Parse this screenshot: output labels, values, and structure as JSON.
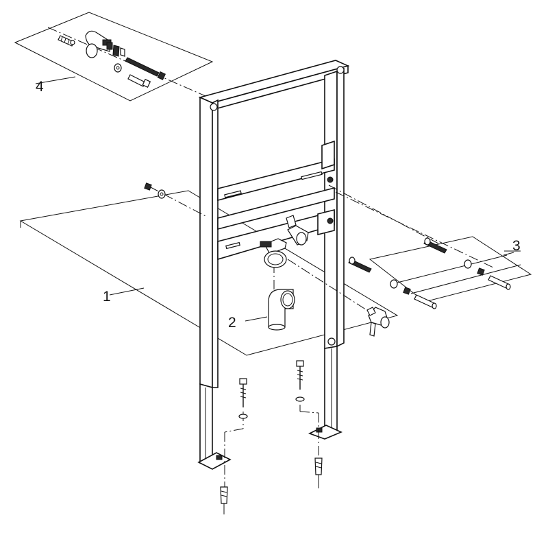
{
  "diagram": {
    "callouts": [
      {
        "id": "1",
        "text": "1"
      },
      {
        "id": "2",
        "text": "2"
      },
      {
        "id": "3",
        "text": "3"
      },
      {
        "id": "4",
        "text": "4"
      }
    ],
    "colors": {
      "line": "#111111",
      "fill": "#ffffff",
      "dark_part": "#2a2a2a"
    }
  }
}
